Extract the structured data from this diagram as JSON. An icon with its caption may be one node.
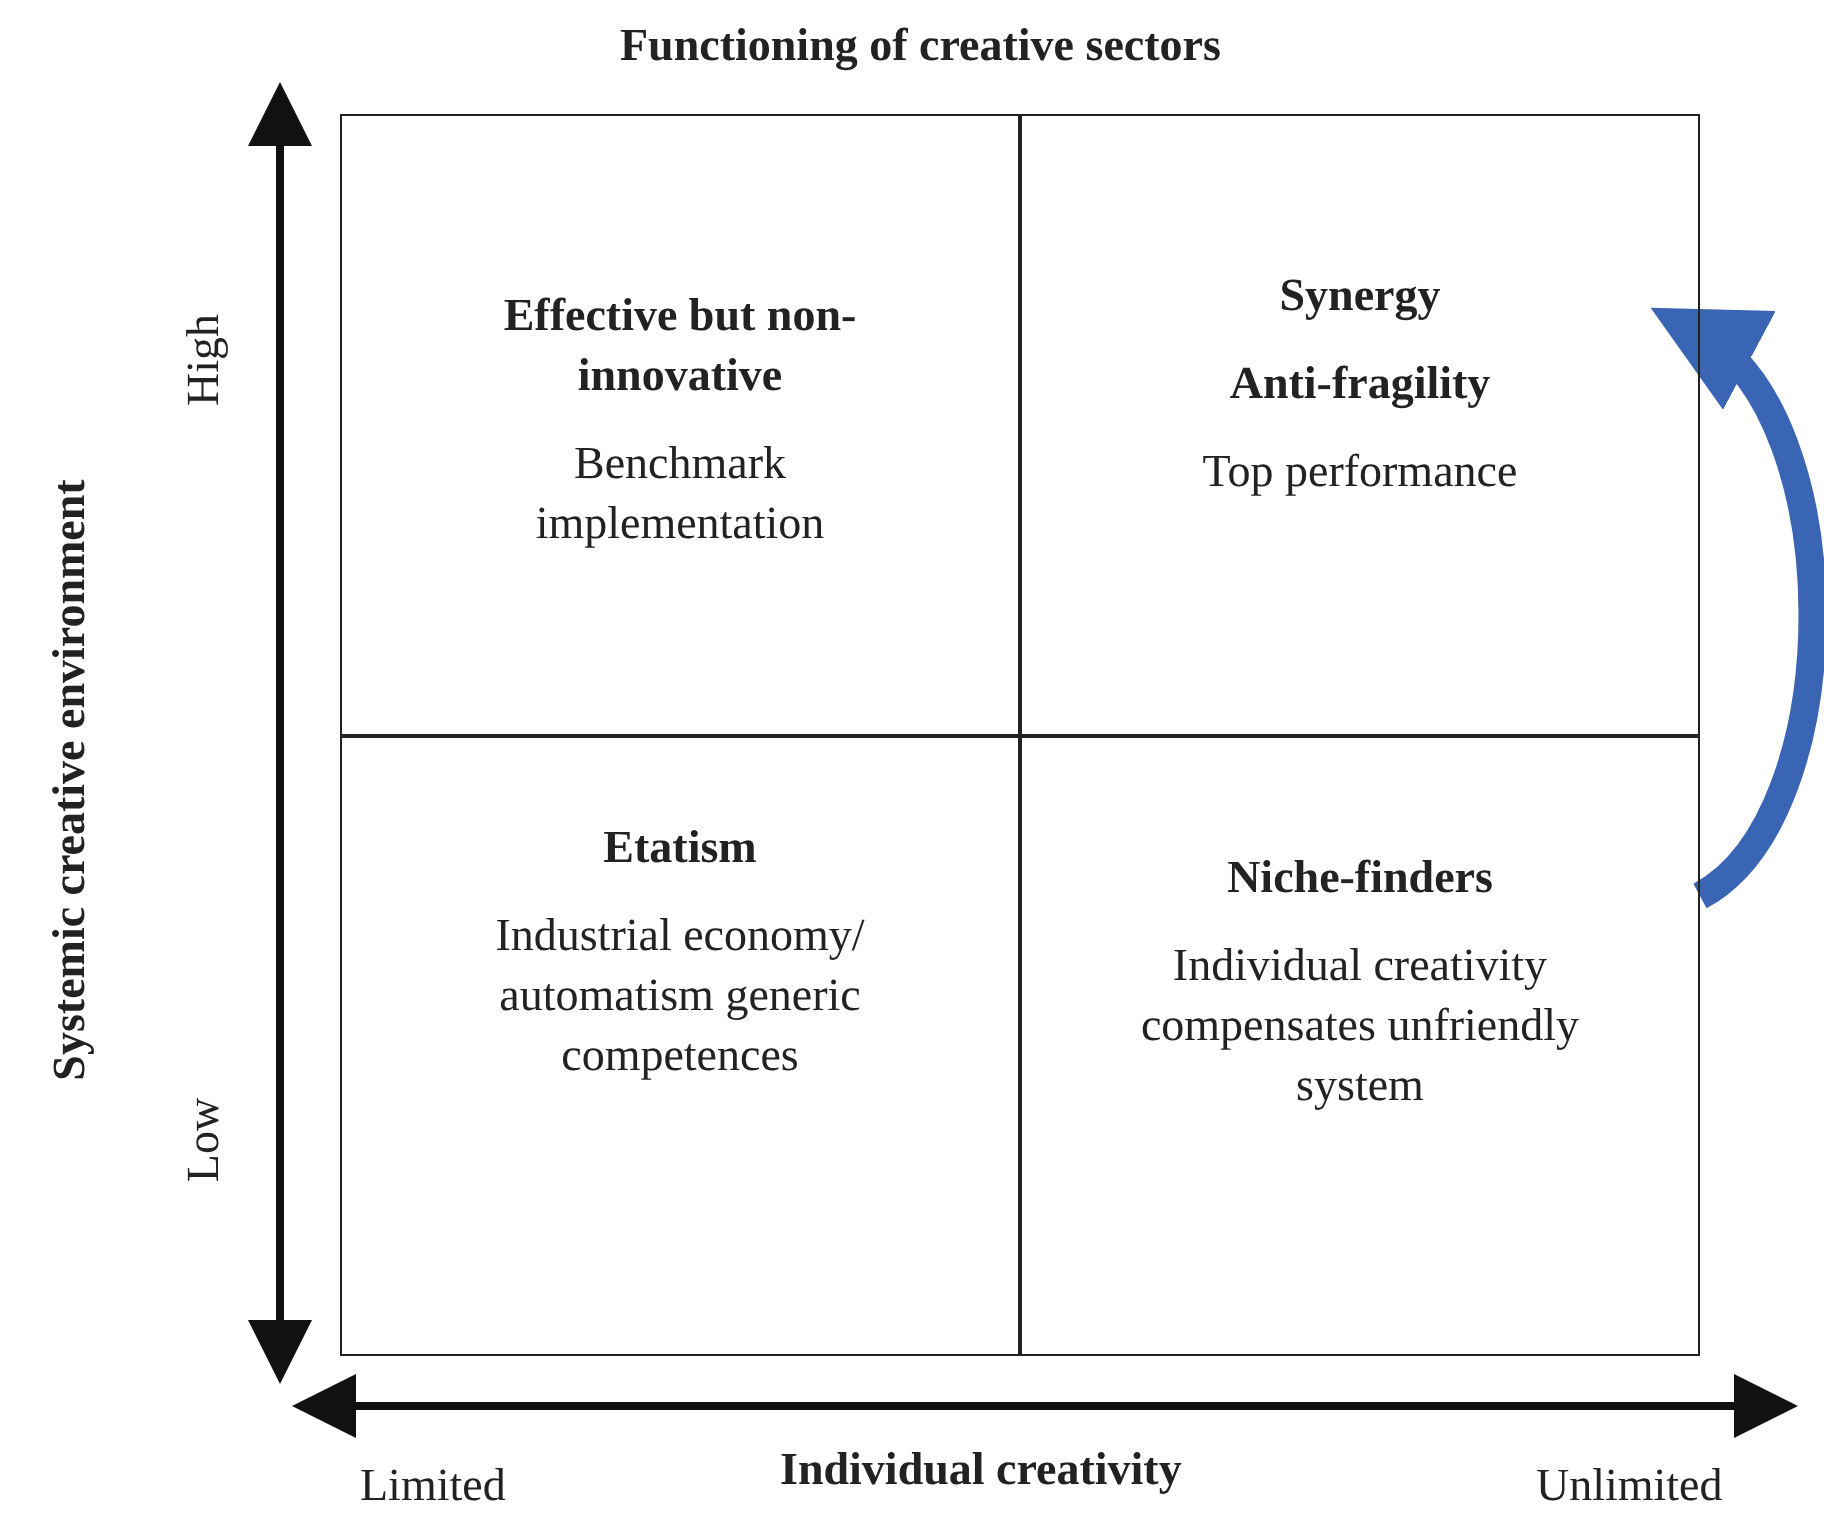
{
  "diagram": {
    "title": "Functioning of creative sectors",
    "nodes": [
      {
        "text": [
          "Effective but non-innovative",
          "Benchmark implementation"
        ]
      },
      {
        "text": [
          "Synergy",
          "Anti-fragility",
          "Top performance"
        ]
      },
      {
        "text": [
          "Etatism",
          "Industrial economy/ automatism generic competences"
        ]
      },
      {
        "text": [
          "Niche-finders",
          "Individual creativity compensates unfriendly system"
        ]
      }
    ],
    "edges": [
      {
        "from": 3,
        "to": 1,
        "arrow": "to"
      }
    ],
    "labels": [
      "Systemic creative environment",
      "High",
      "Low",
      "Individual creativity",
      "Limited",
      "Unlimited"
    ]
  }
}
